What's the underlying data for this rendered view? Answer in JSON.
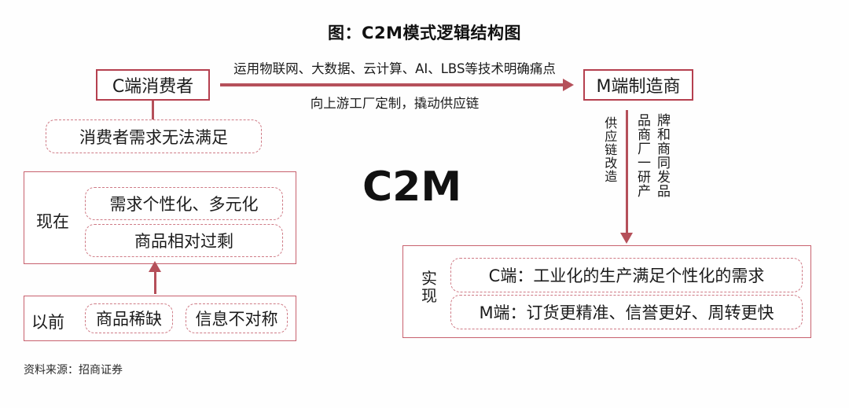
{
  "figure": {
    "title": "图：C2M模式逻辑结构图",
    "center_text": "C2M",
    "source": "资料来源：招商证券"
  },
  "nodes": {
    "consumer": "C端消费者",
    "manufacturer": "M端制造商",
    "consumer_pain": "消费者需求无法满足"
  },
  "flow_arrow": {
    "caption_above": "运用物联网、大数据、云计算、AI、LBS等技术明确痛点",
    "caption_below": "向上游工厂定制，撬动供应链"
  },
  "timeline": {
    "now_label": "现在",
    "now_items": [
      "需求个性化、多元化",
      "商品相对过剩"
    ],
    "before_label": "以前",
    "before_items": [
      "商品稀缺",
      "信息不对称"
    ]
  },
  "vertical_annotations": {
    "supply_chain": "供应链改造",
    "codevelop_col1": "品商厂一研产",
    "codevelop_col2": "牌和商同发品",
    "codevelop_full": "品牌商和厂商一同研发产品"
  },
  "outcome": {
    "label_line1": "实",
    "label_line2": "现",
    "items": [
      "C端：工业化的生产满足个性化的需求",
      "M端：订货更精准、信誉更好、周转更快"
    ]
  },
  "colors": {
    "accent_strong": "#b5404f",
    "accent_line": "#b5505a",
    "accent_dashed": "#cf7b86",
    "accent_frame": "#c8616e",
    "text": "#1b1b1b",
    "background": "#fefefe"
  }
}
